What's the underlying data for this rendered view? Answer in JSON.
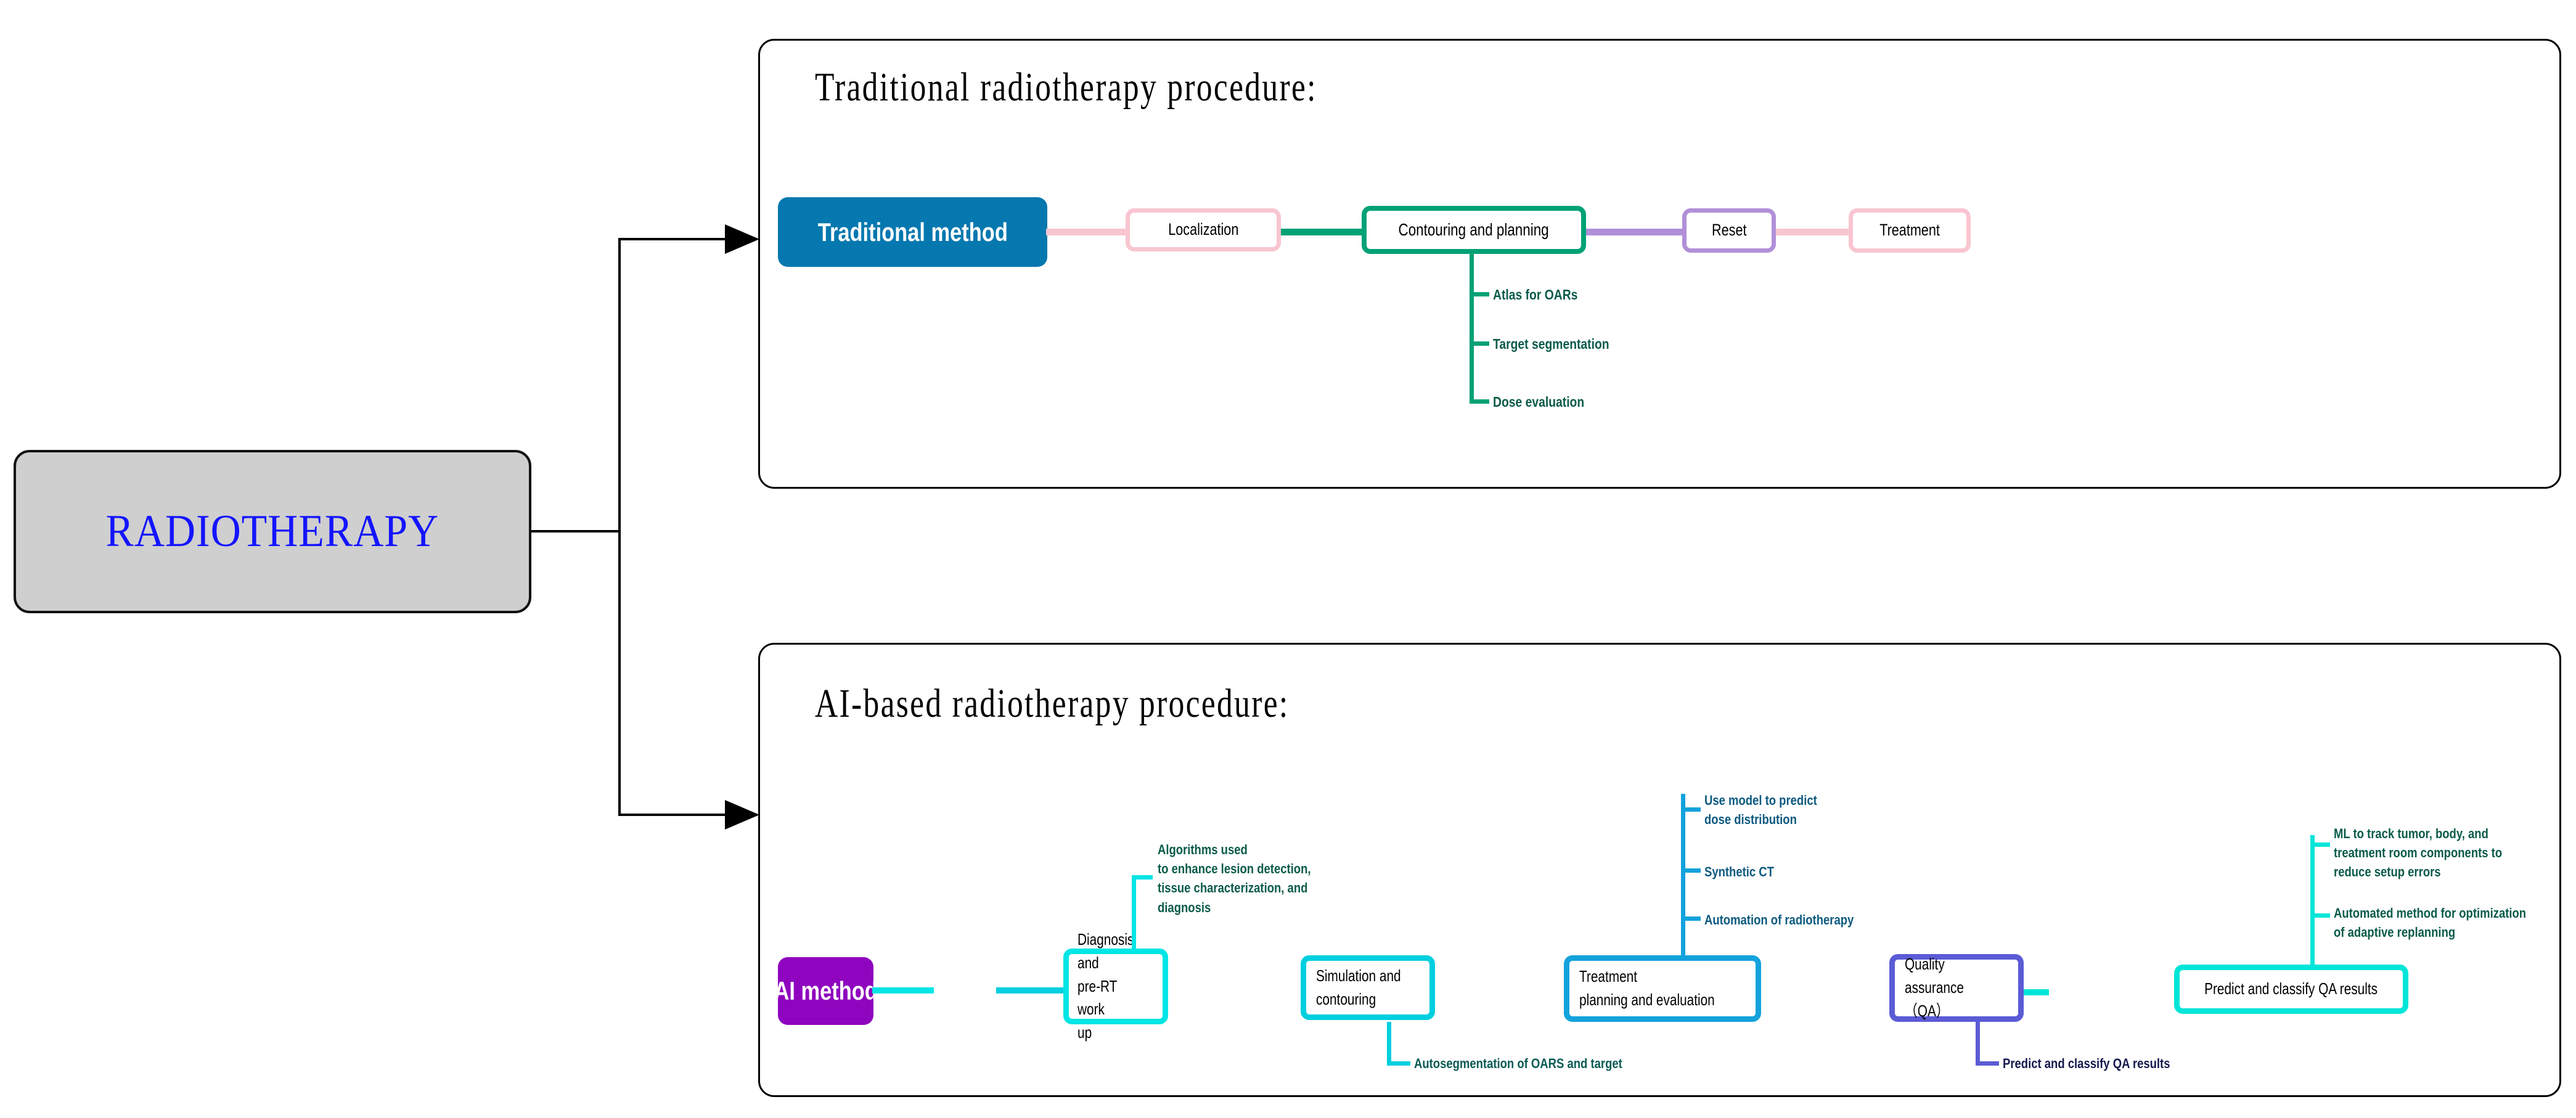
{
  "root": {
    "label": "RADIOTHERAPY",
    "fill": "#cfcfcf",
    "text_color": "#1414ff"
  },
  "panels": {
    "traditional": {
      "title": "Traditional  radiotherapy  procedure:",
      "method": {
        "label": "Traditional method",
        "fill": "#0578af"
      },
      "steps": [
        {
          "label": "Localization",
          "border": "#f9c5d0"
        },
        {
          "label": "Contouring and planning",
          "border": "#00a176"
        },
        {
          "label": "Reset",
          "border": "#b18fd8"
        },
        {
          "label": "Treatment",
          "border": "#f9c5d0"
        }
      ],
      "connectors": [
        {
          "color": "#f9c5d0"
        },
        {
          "color": "#00a176"
        },
        {
          "color": "#b18fd8"
        },
        {
          "color": "#f9c5d0"
        }
      ],
      "sub_branches": {
        "color": "#00a176",
        "text_color": "#0b5b4a",
        "items": [
          "Atlas for OARs",
          "Target segmentation",
          "Dose evaluation"
        ]
      }
    },
    "ai": {
      "title": "AI-based  radiotherapy  procedure:",
      "method": {
        "label": "AI method",
        "fill": "#8f04be"
      },
      "steps": [
        {
          "label": "Diagnosis and\npre-RT work\nup",
          "border": "#00e5e5"
        },
        {
          "label": "Simulation and\ncontouring",
          "border": "#00cfe0"
        },
        {
          "label": "Treatment\nplanning and evaluation",
          "border": "#13a2dc"
        },
        {
          "label": "Quality\nassurance（QA）",
          "border": "#5b5bd6"
        },
        {
          "label": "Predict and classify QA results",
          "border": "#00e5d8"
        }
      ],
      "connectors": [
        {
          "color": "#00e5e5"
        },
        {
          "color": "#00cfe0"
        },
        {
          "color": "#13a2dc"
        },
        {
          "color": "#5b5bd6"
        },
        {
          "color": "#00e5d8"
        }
      ],
      "annotations_top": [
        {
          "text": "Algorithms used\nto enhance lesion detection,\ntissue characterization, and\ndiagnosis",
          "color": "#0b5b4a",
          "line_color": "#00e5e5"
        },
        {
          "text": "Use model to predict\ndose distribution",
          "color": "#0d5a80",
          "line_color": "#13a2dc"
        },
        {
          "text": "Synthetic CT",
          "color": "#0d5a80",
          "line_color": "#13a2dc"
        },
        {
          "text": "Automation of radiotherapy",
          "color": "#0d5a80",
          "line_color": "#13a2dc"
        },
        {
          "text": "ML to track tumor, body, and\ntreatment room components to\nreduce setup errors",
          "color": "#0b5b4a",
          "line_color": "#00e5d8"
        },
        {
          "text": "Automated method for optimization\nof adaptive replanning",
          "color": "#0b5b4a",
          "line_color": "#00e5d8"
        }
      ],
      "annotations_bottom": [
        {
          "text": "Autosegmentation of OARS and target",
          "color": "#0b5b55",
          "line_color": "#00cfe0"
        },
        {
          "text": "Predict and classify QA results",
          "color": "#161a4d",
          "line_color": "#5b5bd6"
        }
      ]
    }
  },
  "branch_arrows": {
    "color": "#000000",
    "count": 2
  }
}
